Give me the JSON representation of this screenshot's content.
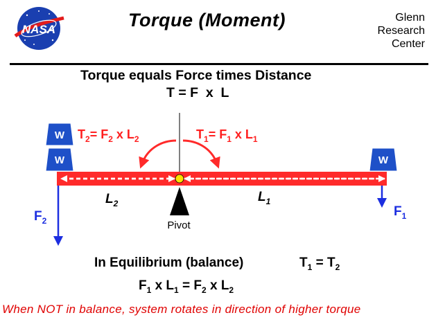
{
  "header": {
    "logo_text": "NASA",
    "title": "Torque  (Moment)",
    "center_lines": [
      "Glenn",
      "Research",
      "Center"
    ]
  },
  "main": {
    "heading": "Torque equals Force times Distance",
    "formula": "T = F  x  L"
  },
  "diagram": {
    "weight_label": "W",
    "left_torque": {
      "T": "T",
      "Tsub": "2",
      "F": "F",
      "Fsub": "2",
      "L": "L",
      "Lsub": "2"
    },
    "right_torque": {
      "T": "T",
      "Tsub": "1",
      "F": "F",
      "Fsub": "1",
      "L": "L",
      "Lsub": "1"
    },
    "length_left": {
      "L": "L",
      "sub": "2"
    },
    "length_right": {
      "L": "L",
      "sub": "1"
    },
    "force_left": {
      "F": "F",
      "sub": "2"
    },
    "force_right": {
      "F": "F",
      "sub": "1"
    },
    "pivot_label": "Pivot",
    "colors": {
      "beam": "#ff2a2a",
      "force": "#1c2ee0",
      "weight_fill": "#1e50c8",
      "torque_text": "#ff2020",
      "pivot_dot": "#ffe000"
    }
  },
  "equilibrium": {
    "label": "In Equilibrium (balance)",
    "t1": "T",
    "t1sub": "1",
    "eq": "=",
    "t2": "T",
    "t2sub": "2",
    "f1": "F",
    "f1sub": "1",
    "l1": "L",
    "l1sub": "1",
    "f2": "F",
    "f2sub": "2",
    "l2": "L",
    "l2sub": "2"
  },
  "note": "When NOT in balance, system rotates in direction of higher torque"
}
